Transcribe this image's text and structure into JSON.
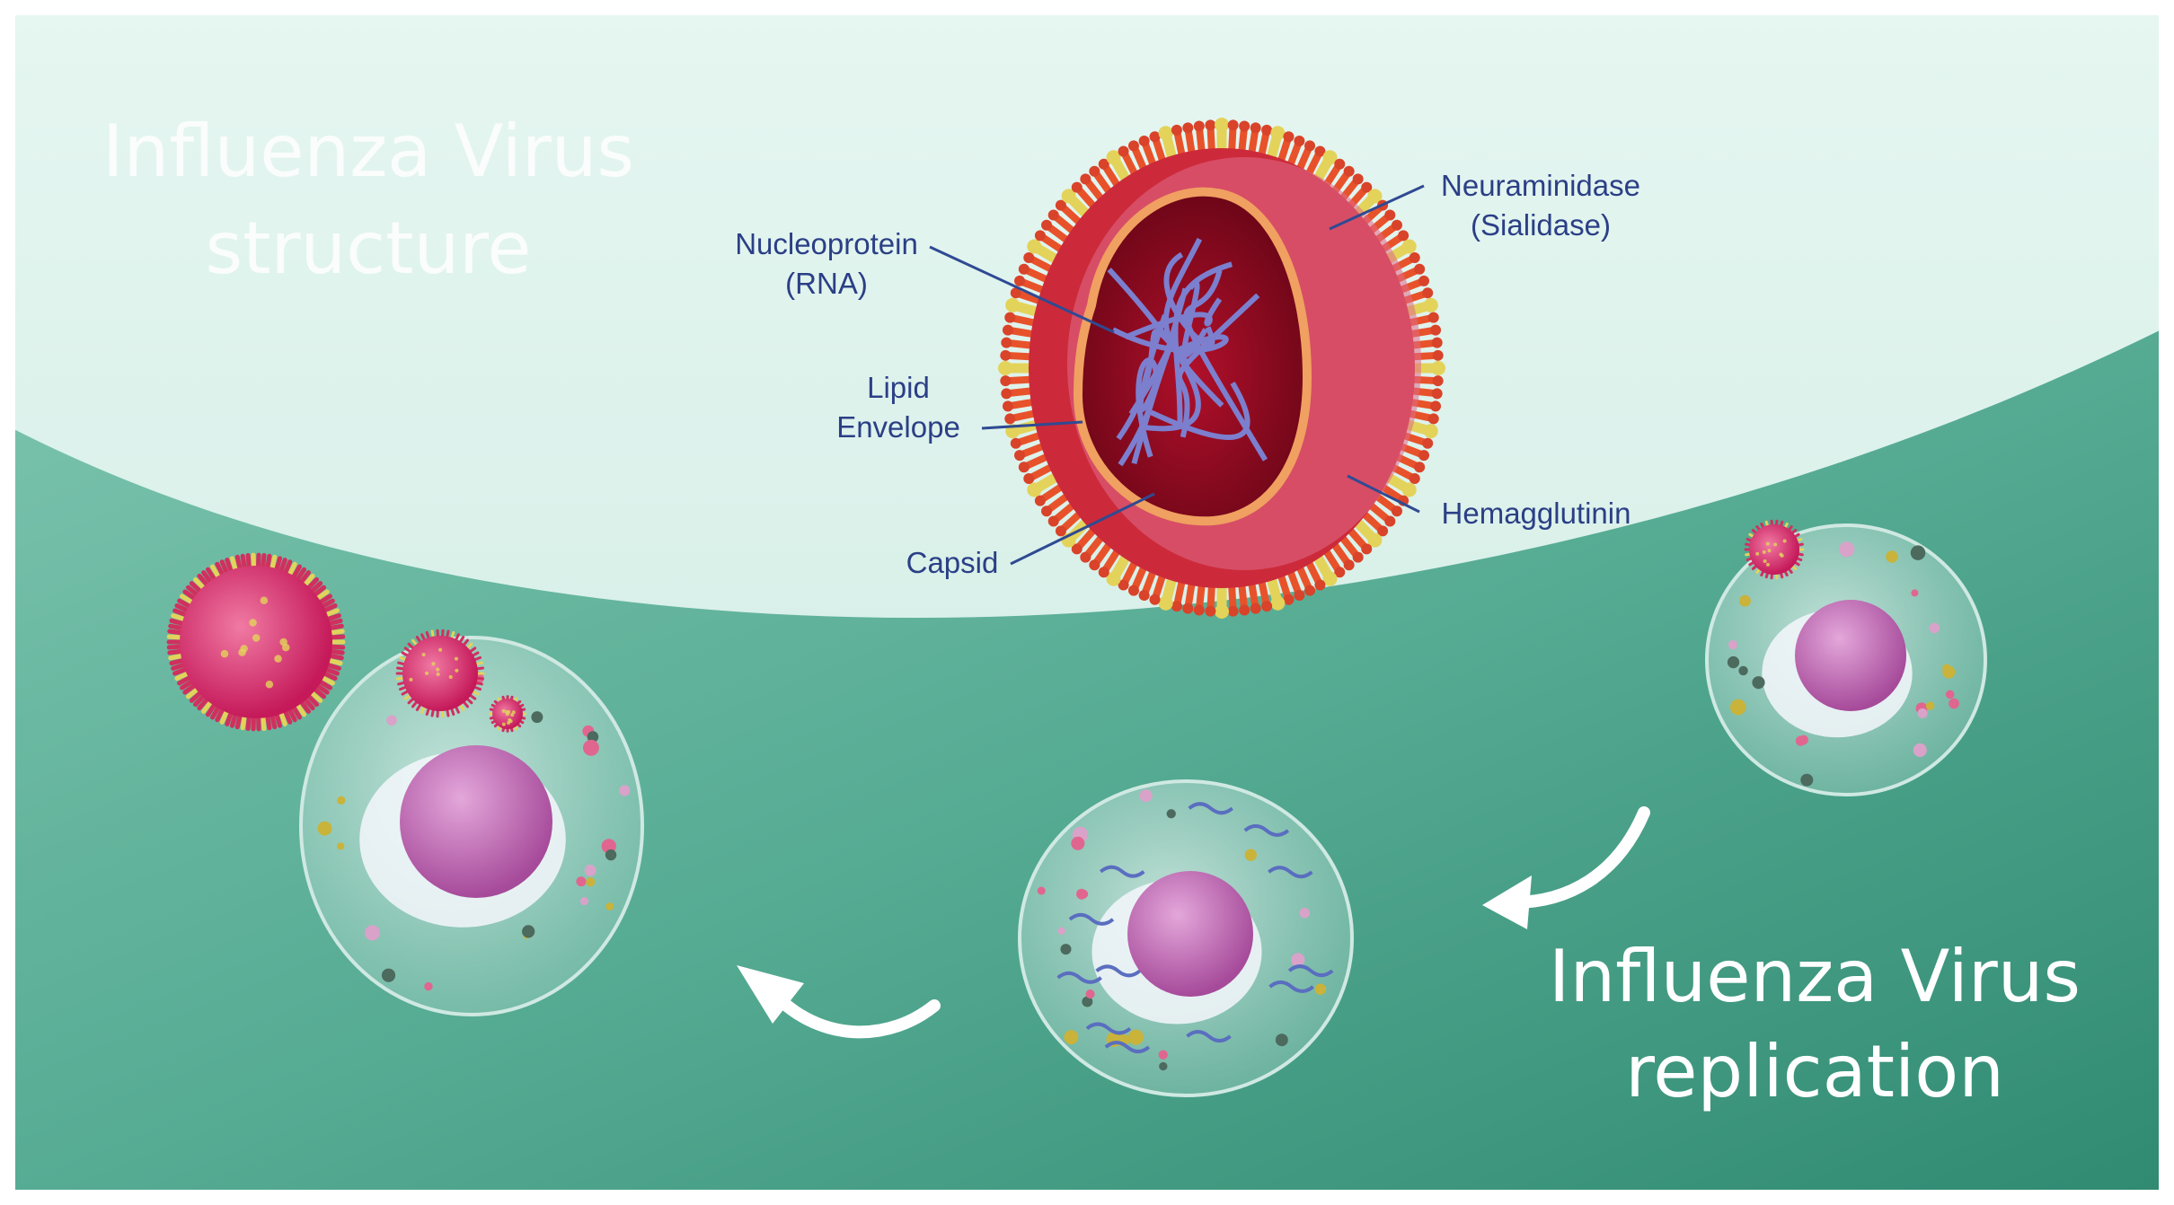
{
  "titles": {
    "structure": [
      "Influenza Virus",
      "structure"
    ],
    "replication": [
      "Influenza Virus",
      "replication"
    ]
  },
  "virion_labels": {
    "nucleoprotein": [
      "Nucleoprotein",
      "(RNA)"
    ],
    "lipid_envelope": [
      "Lipid",
      "Envelope"
    ],
    "capsid": "Capsid",
    "neuraminidase": [
      "Neuraminidase",
      "(Sialidase)"
    ],
    "hemagglutinin": "Hemagglutinin"
  },
  "colors": {
    "background_top": "#e2f4ef",
    "background_bottom": "#3f9a82",
    "label_text": "#2b3f86",
    "leader_line": "#2f4a93",
    "virus_red": "#c8192a",
    "spike_orange": "#e8522a",
    "spike_yellow": "#e3d35a",
    "virus_pink": "#e03e76",
    "nucleus_pink": "#c66bb5",
    "arrow_white": "#ffffff"
  },
  "icons": [
    "influenza-virion-cross-section",
    "virus-particle",
    "host-cell",
    "cell-nucleus",
    "curved-arrow"
  ]
}
